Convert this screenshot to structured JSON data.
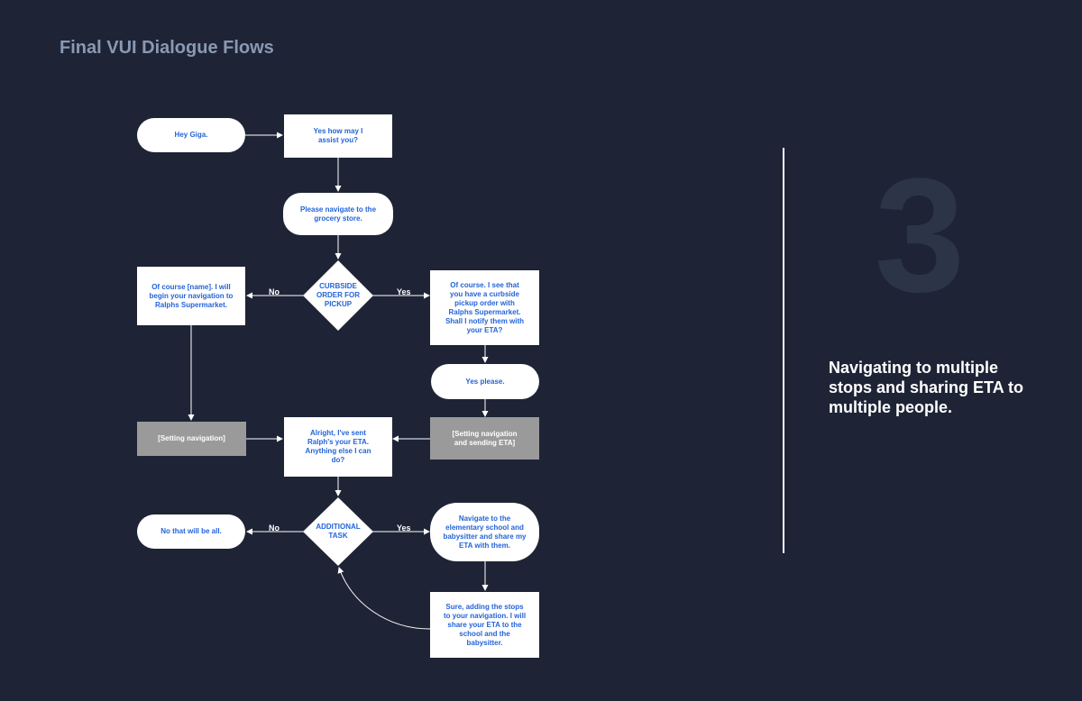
{
  "header": {
    "title": "Final VUI Dialogue Flows"
  },
  "flow": {
    "hey_giga": "Hey Giga.",
    "assist": "Yes how may I assist you?",
    "navigate_grocery": "Please navigate to the grocery store.",
    "decision_curbside": "CURBSIDE ORDER FOR PICKUP",
    "no_label_1": "No",
    "yes_label_1": "Yes",
    "begin_navigation": "Of course [name]. I will begin your navigation to Ralphs Supermarket.",
    "curbside_reply": "Of course. I see that you have a curbside pickup order with Ralphs Supermarket. Shall I notify them with your ETA?",
    "yes_please": "Yes please.",
    "setting_navigation": "[Setting navigation]",
    "setting_sending_eta": "[Setting navigation and sending ETA]",
    "sent_eta": "Alright, I've sent Ralph's your ETA. Anything else I can do?",
    "decision_additional": "ADDITIONAL TASK",
    "no_label_2": "No",
    "yes_label_2": "Yes",
    "no_all": "No that will be all.",
    "navigate_school": "Navigate to the elementary school and babysitter and share my ETA with them.",
    "adding_stops": "Sure, adding the stops to your navigation. I will share your ETA to the school and the babysitter."
  },
  "side": {
    "number": "3",
    "description": "Navigating to multiple stops and sharing ETA to multiple people."
  },
  "colors": {
    "background": "#1e2436",
    "node_text": "#2364d9",
    "gray_box": "#9a9a9a",
    "title": "#8a99b3"
  }
}
